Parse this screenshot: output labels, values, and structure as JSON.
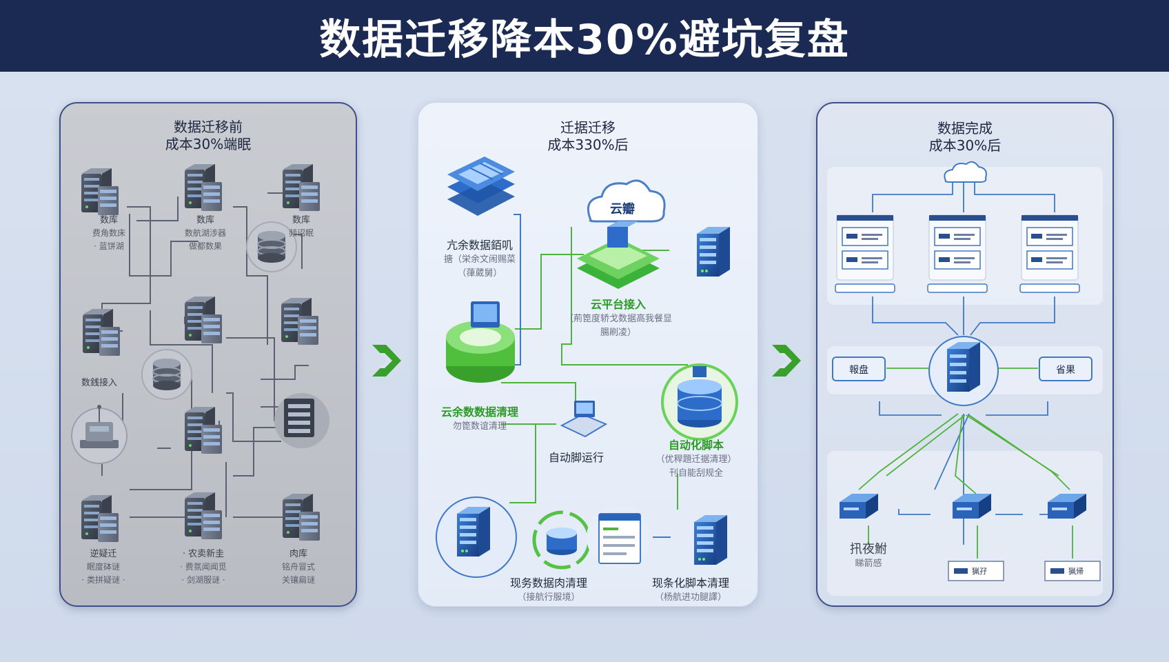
{
  "title": "数据迁移降本30%避坑复盘",
  "panels": {
    "before": {
      "title_line1": "数据迁移前",
      "title_line2": "成本30%端眠",
      "labels": [
        {
          "a": "数库",
          "b": "费角数床",
          "c": "· 蓝饼湖"
        },
        {
          "a": "数库",
          "b": "数航湖涉器",
          "c": "做都数果"
        },
        {
          "a": "数库",
          "b": "频诏眠"
        },
        {
          "a": "数銭接入"
        },
        {
          "a": "逆疑迁",
          "b": "眠度砵谜",
          "c": "· 类拼疑谜 ·"
        },
        {
          "a": "· 农卖新圭",
          "b": "· 费氛闻闻觅",
          "c": "· 剑湖服谜 ·"
        },
        {
          "a": "肉库",
          "b": "铭舟冒式",
          "c": "关镶扁谜"
        }
      ]
    },
    "during": {
      "title_line1": "迁据迁移",
      "title_line2": "成本330%后",
      "cloud_text": "云瓣",
      "labels": [
        {
          "a": "亢余数据銆叽",
          "b": "搪（栄余文闹赐菜",
          "c": "（葎葳舅）"
        },
        {
          "a": "云平台接入",
          "b": "（荊箆度轿戈数据高我餐显",
          "c": "腸刷凌）"
        },
        {
          "a": "云余数数据清理",
          "b": "勿箆数谊清理"
        },
        {
          "a": "自动脚运行"
        },
        {
          "a": "自动化脚本",
          "b": "（优稈題迁据清理）",
          "c": "刊自能刮规全"
        },
        {
          "a": "现务数据肉清理",
          "b": "（接航行服境）"
        },
        {
          "a": "现条化脚本清理",
          "b": "（杨航进功腿譯）"
        }
      ]
    },
    "after": {
      "title_line1": "数据完成",
      "title_line2": "成本30%后",
      "left_box": "報盘",
      "right_box": "省果",
      "node_label_a": "扟夜鮒",
      "node_label_b": "睇箭感",
      "bottom_box_1": "猟孖",
      "bottom_box_2": "猟帰"
    }
  },
  "colors": {
    "header_bg": "#1b2a52",
    "accent_green": "#3aa02c",
    "line_blue": "#3f78c4",
    "server_blue": "#2a63b8"
  }
}
